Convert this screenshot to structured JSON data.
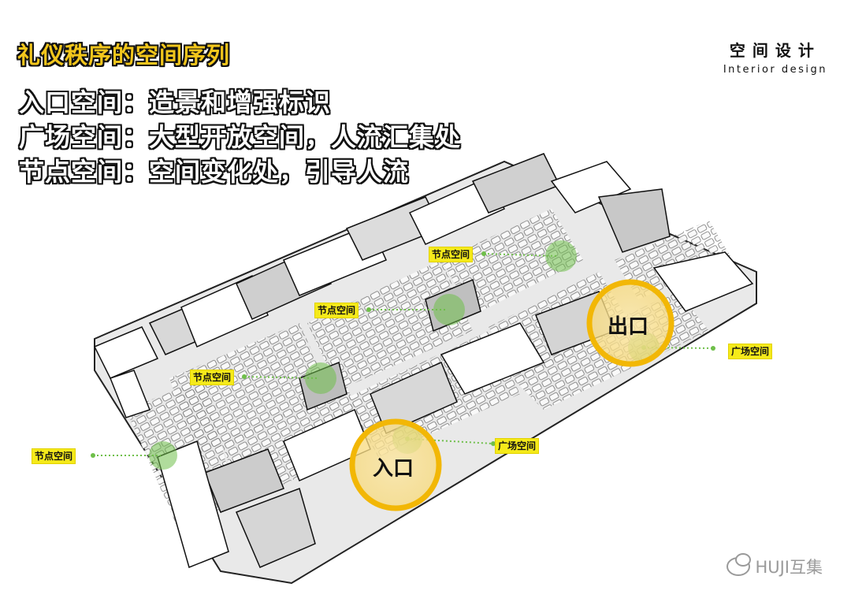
{
  "title": "礼仪秩序的空间序列",
  "description_lines": [
    "入口空间：造景和增强标识",
    "广场空间：大型开放空间，人流汇集处",
    "节点空间：空间变化处，引导人流"
  ],
  "brand": {
    "cn": "空间设计",
    "en": "Interior design"
  },
  "labels": {
    "node1": "节点空间",
    "node2": "节点空间",
    "node3": "节点空间",
    "node4": "节点空间",
    "plaza_exit": "广场空间",
    "plaza_entry": "广场空间"
  },
  "entrance": "入口",
  "exit": "出口",
  "watermark": "HUJI互集",
  "colors": {
    "title": "#f2c61c",
    "tag": "#f5ea1a",
    "node": "#6fbf4a",
    "ring": "#f2b705"
  }
}
